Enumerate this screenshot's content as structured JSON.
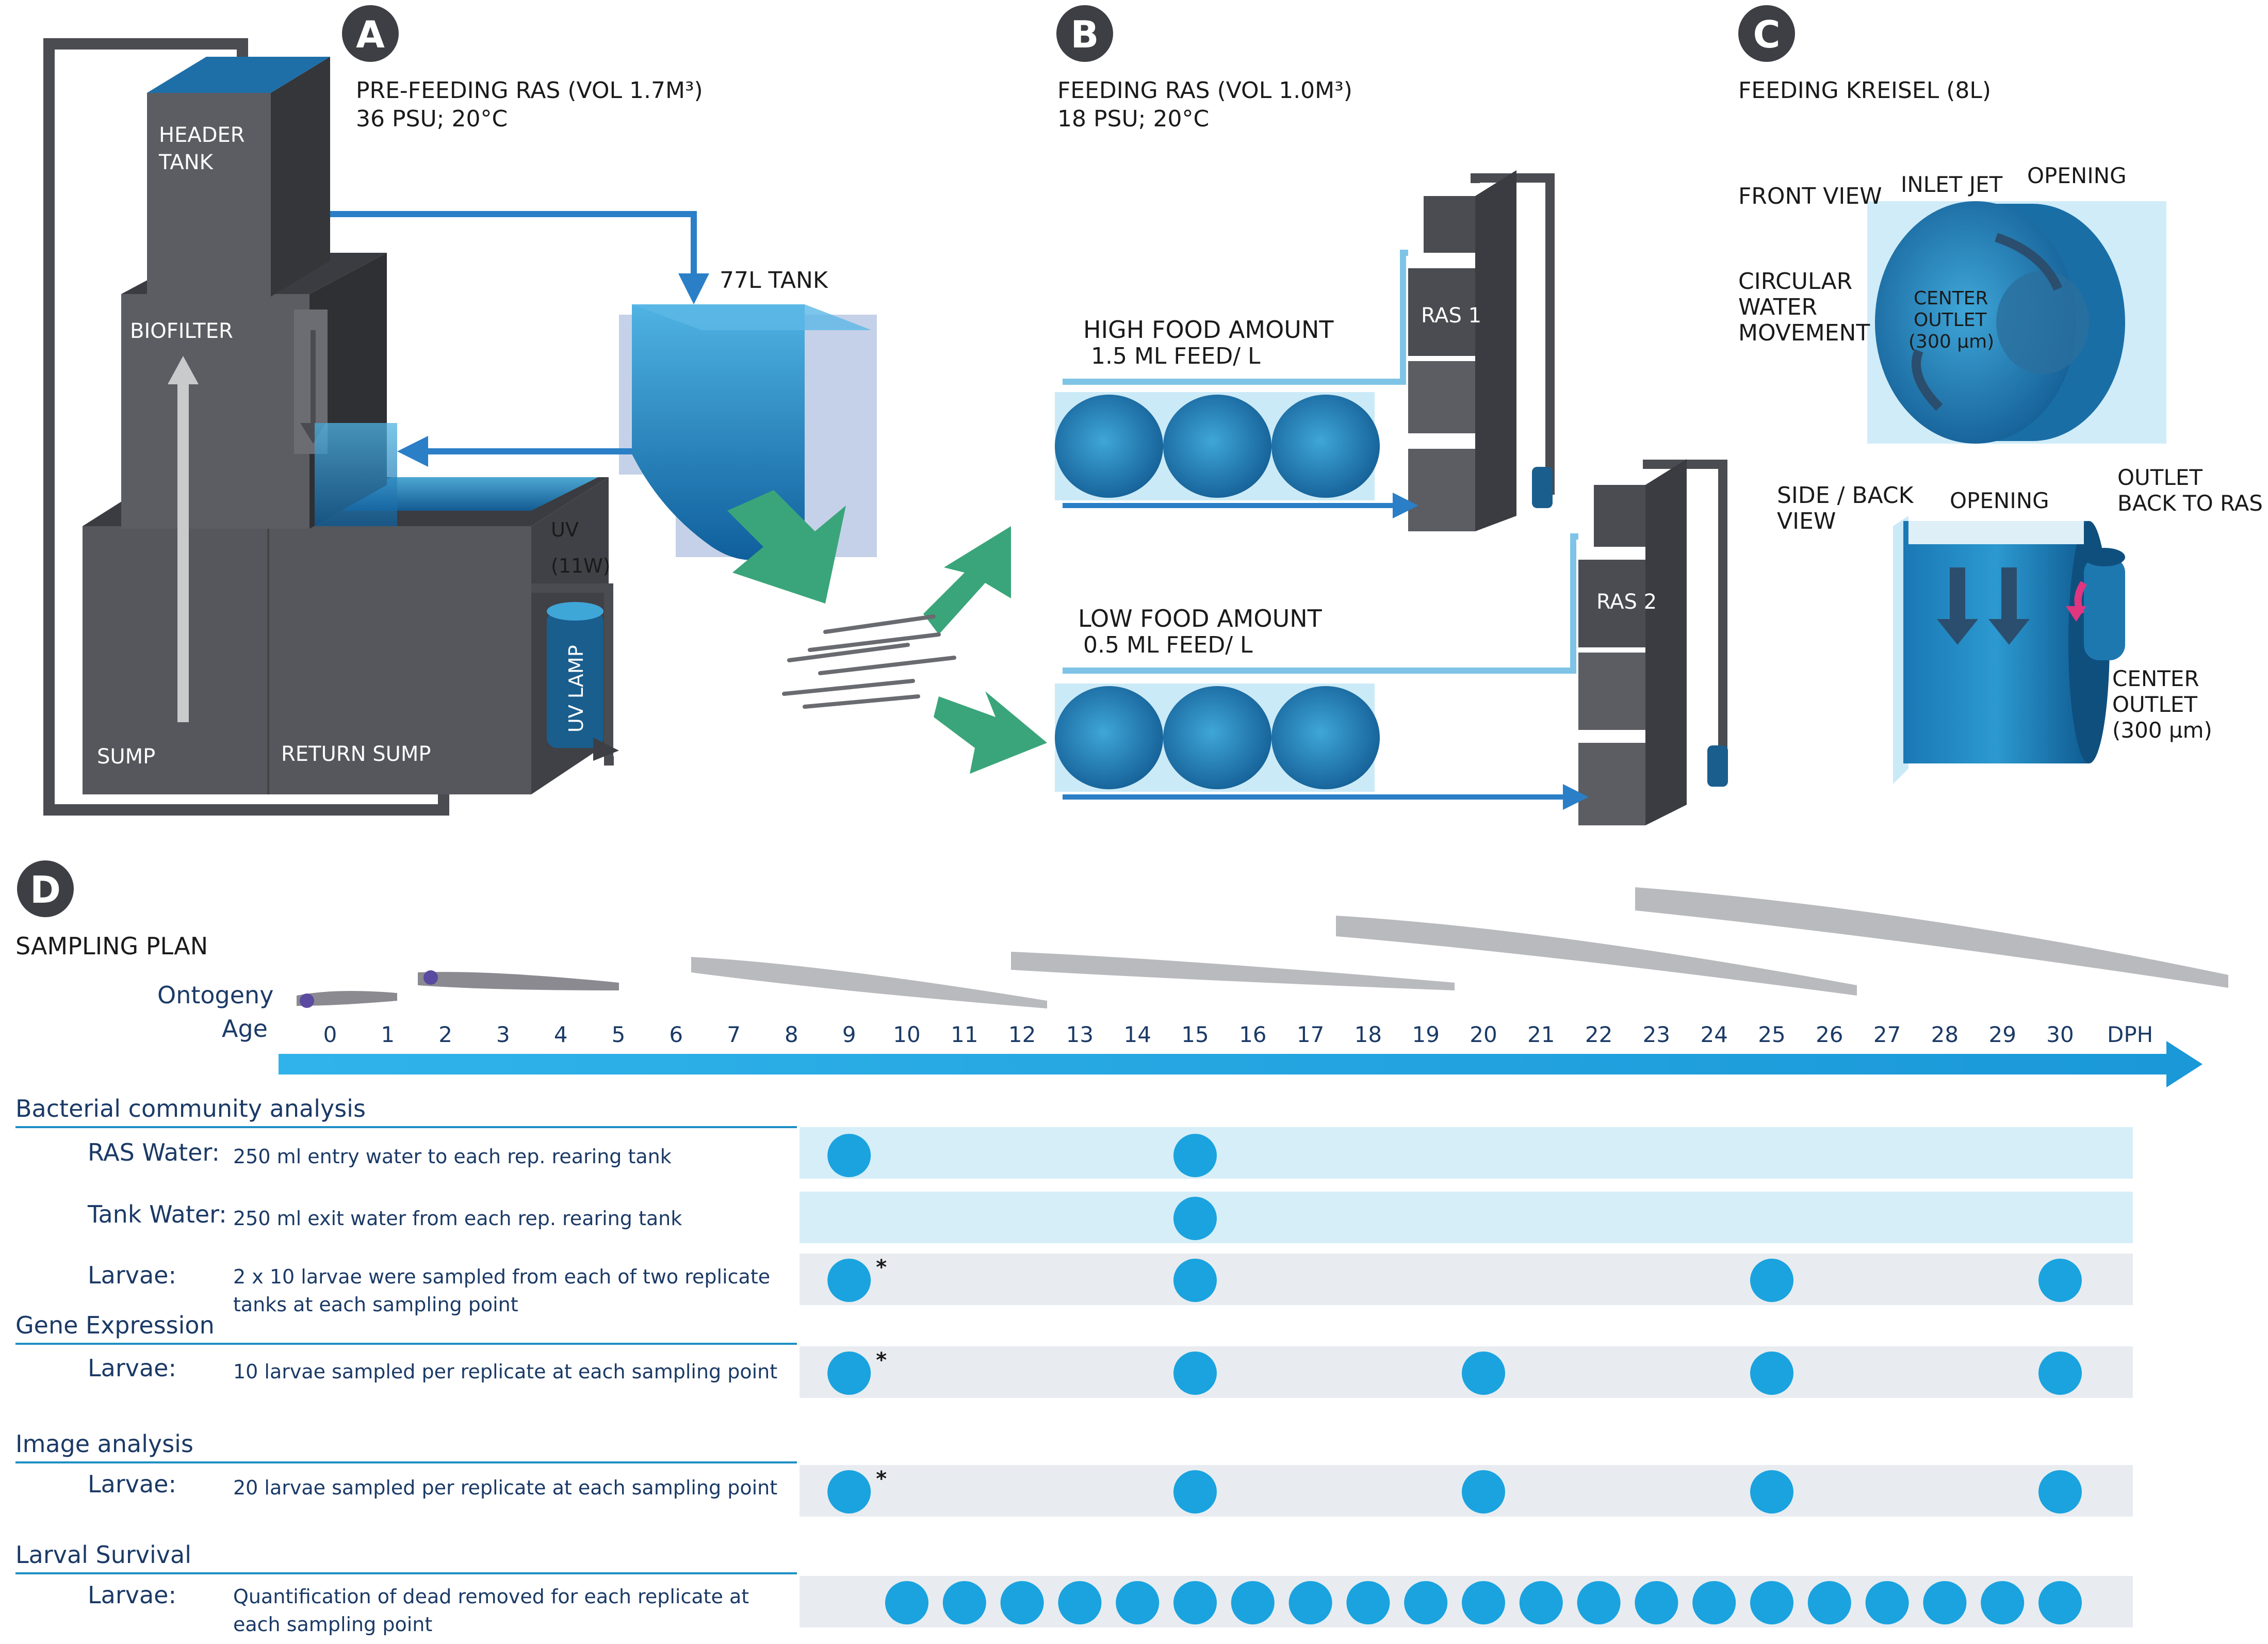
{
  "panel_a": {
    "letter": "A",
    "title_line1": "PRE-FEEDING RAS (VOL 1.7M³)",
    "title_line2": "36 PSU; 20°C",
    "header_tank_1": "HEADER",
    "header_tank_2": "TANK",
    "biofilter": "BIOFILTER",
    "sump": "SUMP",
    "return_sump": "RETURN SUMP",
    "uv_1": "UV",
    "uv_2": "(11W)",
    "uv_lamp": "UV LAMP",
    "tank_77l": "77L TANK"
  },
  "panel_b": {
    "letter": "B",
    "title_line1": "FEEDING RAS (VOL 1.0M³)",
    "title_line2": "18 PSU; 20°C",
    "high_1": "HIGH FOOD AMOUNT",
    "high_2": "1.5 ML FEED/ L",
    "low_1": "LOW FOOD AMOUNT",
    "low_2": "0.5 ML FEED/ L",
    "ras1": "RAS 1",
    "ras2": "RAS 2"
  },
  "panel_c": {
    "letter": "C",
    "title": "FEEDING KREISEL (8L)",
    "front_view": "FRONT VIEW",
    "inlet_jet": "INLET JET",
    "opening": "OPENING",
    "circular_1": "CIRCULAR",
    "circular_2": "WATER",
    "circular_3": "MOVEMENT",
    "center_1": "CENTER",
    "center_2": "OUTLET",
    "center_3": "(300 µm)",
    "side_back_1": "SIDE / BACK",
    "side_back_2": "VIEW",
    "opening2": "OPENING",
    "outlet_1": "OUTLET",
    "outlet_2": "BACK TO RAS",
    "center_b1": "CENTER",
    "center_b2": "OUTLET",
    "center_b3": "(300 µm)"
  },
  "panel_d": {
    "letter": "D",
    "title": "SAMPLING PLAN",
    "ontogeny": "Ontogeny",
    "age": "Age",
    "days": [
      "0",
      "1",
      "2",
      "3",
      "4",
      "5",
      "6",
      "7",
      "8",
      "9",
      "10",
      "11",
      "12",
      "13",
      "14",
      "15",
      "16",
      "17",
      "18",
      "19",
      "20",
      "21",
      "22",
      "23",
      "24",
      "25",
      "26",
      "27",
      "28",
      "29",
      "30"
    ],
    "dph": "DPH",
    "sections": [
      {
        "title": "Bacterial community analysis"
      },
      {
        "title": "Gene Expression"
      },
      {
        "title": "Image analysis"
      },
      {
        "title": "Larval Survival"
      }
    ],
    "rows": [
      {
        "label": "RAS Water:",
        "desc1": "250 ml entry water to each rep. rearing tank",
        "desc2": "",
        "days": [
          9,
          15
        ],
        "star": []
      },
      {
        "label": "Tank Water:",
        "desc1": "250 ml exit water from each rep. rearing tank",
        "desc2": "",
        "days": [
          15
        ],
        "star": []
      },
      {
        "label": "Larvae:",
        "desc1": "2 x 10 larvae were sampled from each of two replicate",
        "desc2": "tanks at each sampling point",
        "days": [
          9,
          15,
          25,
          30
        ],
        "star": [
          9
        ]
      },
      {
        "label": "Larvae:",
        "desc1": "10 larvae sampled per replicate at each sampling point",
        "desc2": "",
        "days": [
          9,
          15,
          20,
          25,
          30
        ],
        "star": [
          9
        ]
      },
      {
        "label": "Larvae:",
        "desc1": "20 larvae sampled per replicate at each sampling point",
        "desc2": "",
        "days": [
          9,
          15,
          20,
          25,
          30
        ],
        "star": [
          9
        ]
      },
      {
        "label": "Larvae:",
        "desc1": "Quantification of dead removed for each replicate at",
        "desc2": "each sampling point",
        "days": [
          10,
          11,
          12,
          13,
          14,
          15,
          16,
          17,
          18,
          19,
          20,
          21,
          22,
          23,
          24,
          25,
          26,
          27,
          28,
          29,
          30
        ],
        "star": []
      }
    ],
    "star_symbol": "*"
  },
  "colors": {
    "dark_grey": "#4a4c51",
    "mid_grey": "#5b5d62",
    "water_blue": "#1e8fc4",
    "light_blue": "#7fc4e6",
    "pipe_dark": "#3d3f44",
    "pipe_blue": "#2a7fc7",
    "arrow_green": "#3aa57a",
    "dot_blue": "#1aa3df",
    "row_light_blue": "#d6eef8",
    "row_grey": "#e8ecf0",
    "section_rule": "#1e8fc4",
    "label_navy": "#1b3a66"
  }
}
